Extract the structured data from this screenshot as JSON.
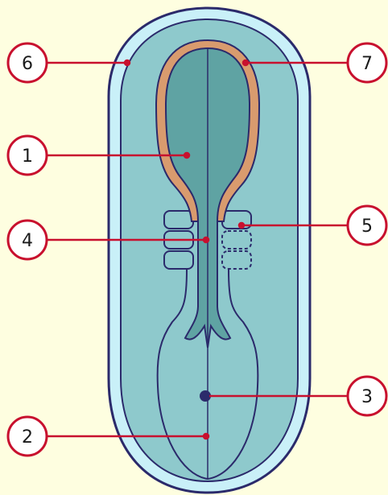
{
  "diagram": {
    "colors": {
      "background": "#fefee0",
      "outer_membrane_fill": "#c9f0f8",
      "outline": "#2b2a6b",
      "body_fill": "#8ec9cc",
      "inner_fill": "#5fa3a3",
      "neural_fold": "#d99b6e",
      "callout": "#c8102e",
      "callout_fill": "#ffffff"
    },
    "labels": [
      {
        "id": "1",
        "text": "1"
      },
      {
        "id": "2",
        "text": "2"
      },
      {
        "id": "3",
        "text": "3"
      },
      {
        "id": "4",
        "text": "4"
      },
      {
        "id": "5",
        "text": "5"
      },
      {
        "id": "6",
        "text": "6"
      },
      {
        "id": "7",
        "text": "7"
      }
    ]
  }
}
